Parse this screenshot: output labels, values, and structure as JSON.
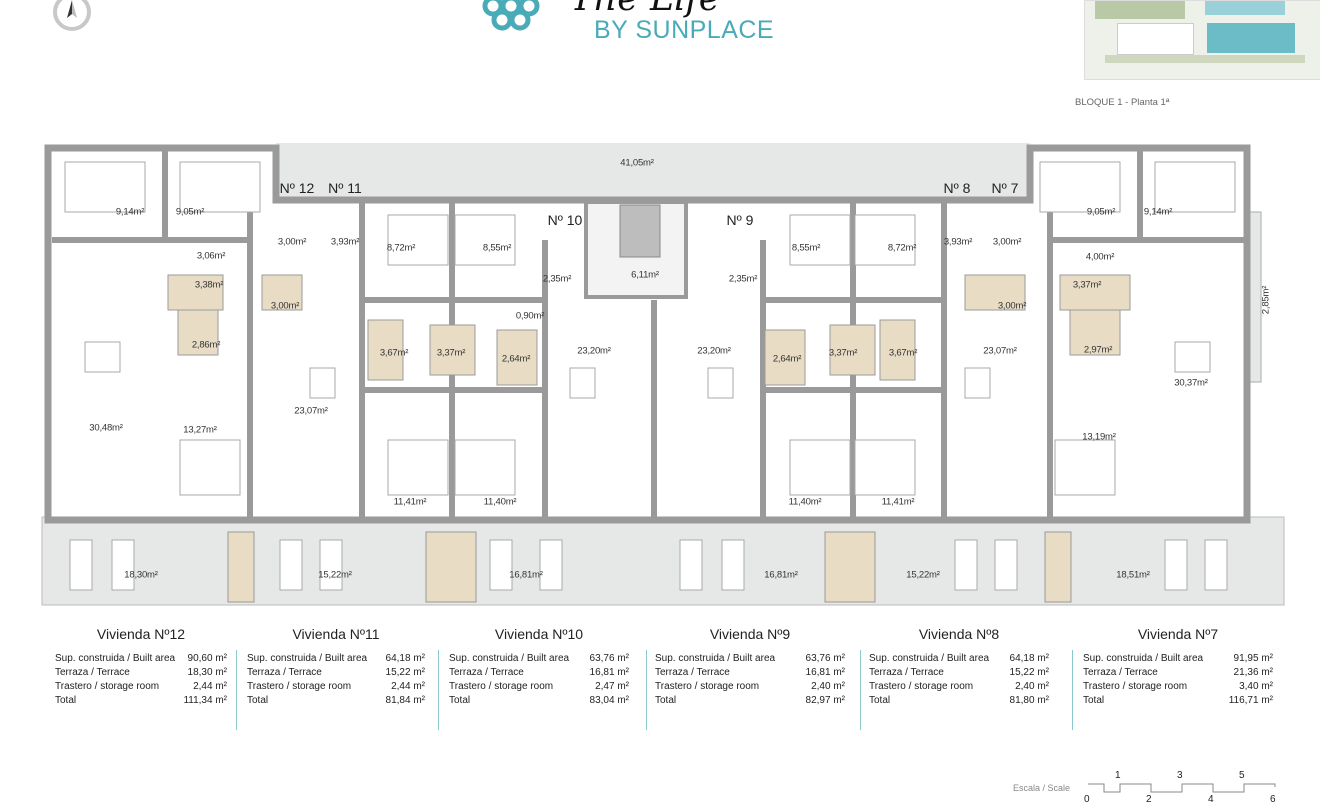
{
  "header": {
    "logo_script": "The Life",
    "logo_text": "BY SUNPLACE",
    "brand_color": "#4aabb8",
    "compass_icon": "north-arrow-icon",
    "site_plan_caption": "BLOQUE 1 - Planta 1ª"
  },
  "plan": {
    "unit_numbers": [
      "Nº 12",
      "Nº 11",
      "Nº 10",
      "Nº 9",
      "Nº 8",
      "Nº 7"
    ],
    "areas": [
      "41,05m²",
      "9,14m²",
      "9,05m²",
      "3,00m²",
      "3,93m²",
      "3,06m²",
      "8,72m²",
      "8,55m²",
      "8,55m²",
      "8,72m²",
      "3,93m²",
      "3,00m²",
      "9,05m²",
      "9,14m²",
      "4,00m²",
      "2,35m²",
      "6,11m²",
      "2,35m²",
      "3,38m²",
      "3,00m²",
      "3,00m²",
      "3,37m²",
      "0,90m²",
      "2,86m²",
      "3,67m²",
      "3,37m²",
      "2,64m²",
      "23,20m²",
      "23,20m²",
      "2,64m²",
      "3,37m²",
      "3,67m²",
      "23,07m²",
      "2,97m²",
      "2,85m²",
      "23,07m²",
      "30,48m²",
      "13,27m²",
      "30,37m²",
      "13,19m²",
      "11,41m²",
      "11,40m²",
      "11,40m²",
      "11,41m²",
      "18,30m²",
      "15,22m²",
      "16,81m²",
      "16,81m²",
      "15,22m²",
      "18,51m²"
    ]
  },
  "units": [
    {
      "title": "Vivienda Nº12",
      "rows": [
        [
          "Sup. construida / Built area",
          "90,60 m²"
        ],
        [
          "Terraza / Terrace",
          "18,30 m²"
        ],
        [
          "Trastero / storage room",
          "2,44 m²"
        ],
        [
          "Total",
          "111,34 m²"
        ]
      ]
    },
    {
      "title": "Vivienda Nº11",
      "rows": [
        [
          "Sup. construida / Built area",
          "64,18 m²"
        ],
        [
          "Terraza / Terrace",
          "15,22 m²"
        ],
        [
          "Trastero / storage room",
          "2,44 m²"
        ],
        [
          "Total",
          "81,84 m²"
        ]
      ]
    },
    {
      "title": "Vivienda Nº10",
      "rows": [
        [
          "Sup. construida / Built area",
          "63,76 m²"
        ],
        [
          "Terraza / Terrace",
          "16,81 m²"
        ],
        [
          "Trastero / storage room",
          "2,47 m²"
        ],
        [
          "Total",
          "83,04 m²"
        ]
      ]
    },
    {
      "title": "Vivienda Nº9",
      "rows": [
        [
          "Sup. construida / Built area",
          "63,76 m²"
        ],
        [
          "Terraza / Terrace",
          "16,81 m²"
        ],
        [
          "Trastero / storage room",
          "2,40 m²"
        ],
        [
          "Total",
          "82,97 m²"
        ]
      ]
    },
    {
      "title": "Vivienda Nº8",
      "rows": [
        [
          "Sup. construida / Built area",
          "64,18 m²"
        ],
        [
          "Terraza / Terrace",
          "15,22 m²"
        ],
        [
          "Trastero / storage room",
          "2,40 m²"
        ],
        [
          "Total",
          "81,80 m²"
        ]
      ]
    },
    {
      "title": "Vivienda Nº7",
      "rows": [
        [
          "Sup. construida / Built area",
          "91,95 m²"
        ],
        [
          "Terraza / Terrace",
          "21,36 m²"
        ],
        [
          "Trastero / storage room",
          "3,40 m²"
        ],
        [
          "Total",
          "116,71 m²"
        ]
      ]
    }
  ],
  "scale": {
    "label": "Escala / Scale",
    "top_ticks": [
      "1",
      "3",
      "5"
    ],
    "bottom_ticks": [
      "0",
      "2",
      "4",
      "6"
    ]
  }
}
